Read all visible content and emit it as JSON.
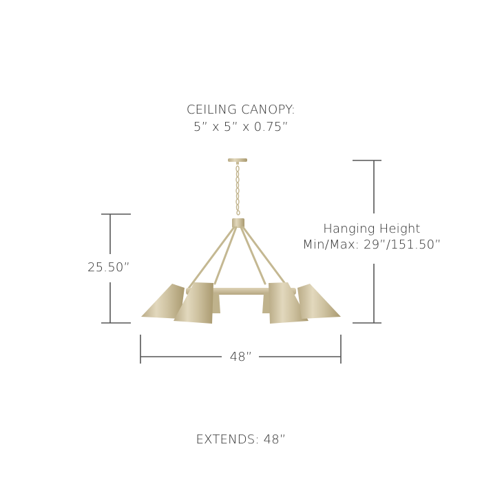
{
  "canopy": {
    "title": "CEILING CANOPY:",
    "dimensions": "5” x 5” x 0.75”"
  },
  "hanging_height": {
    "line1": "Hanging Height",
    "line2": "Min/Max: 29”/151.50”"
  },
  "fixture_height": {
    "label": "25.50”"
  },
  "fixture_width": {
    "label": "48”"
  },
  "extends": {
    "label": "EXTENDS: 48”"
  },
  "colors": {
    "dimension_line": "#555555",
    "text": "#2b2b2b",
    "finish": "#cbbf9f"
  },
  "product": {
    "image": "chandelier-illustration",
    "arms": 6
  }
}
